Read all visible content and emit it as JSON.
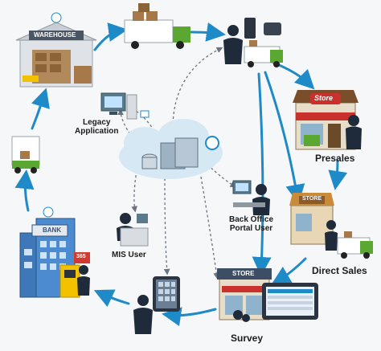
{
  "labels": {
    "warehouse": "WAREHOUSE",
    "legacy_line1": "Legacy",
    "legacy_line2": "Application",
    "mis_user": "MIS User",
    "bank": "BANK",
    "atm_365": "365",
    "back_office_line1": "Back Office",
    "back_office_line2": "Portal User",
    "store_presales_sign": "Store",
    "presales": "Presales",
    "store_direct_sign": "STORE",
    "direct_sales": "Direct Sales",
    "store_survey_sign": "STORE",
    "survey": "Survey"
  },
  "colors": {
    "arrow_blue": "#1f8ac8",
    "dashed_gray": "#6b7280",
    "cloud": "#d6e8f4",
    "truck_green": "#5aa832",
    "store_awning_red": "#c8312c",
    "person_dark": "#1f2a3a"
  },
  "icons": [
    "warehouse-icon",
    "delivery-truck-icon",
    "salesman-icon",
    "cloud-server-icon",
    "store-icon",
    "person-icon",
    "computer-icon",
    "bank-icon",
    "tablet-icon"
  ]
}
